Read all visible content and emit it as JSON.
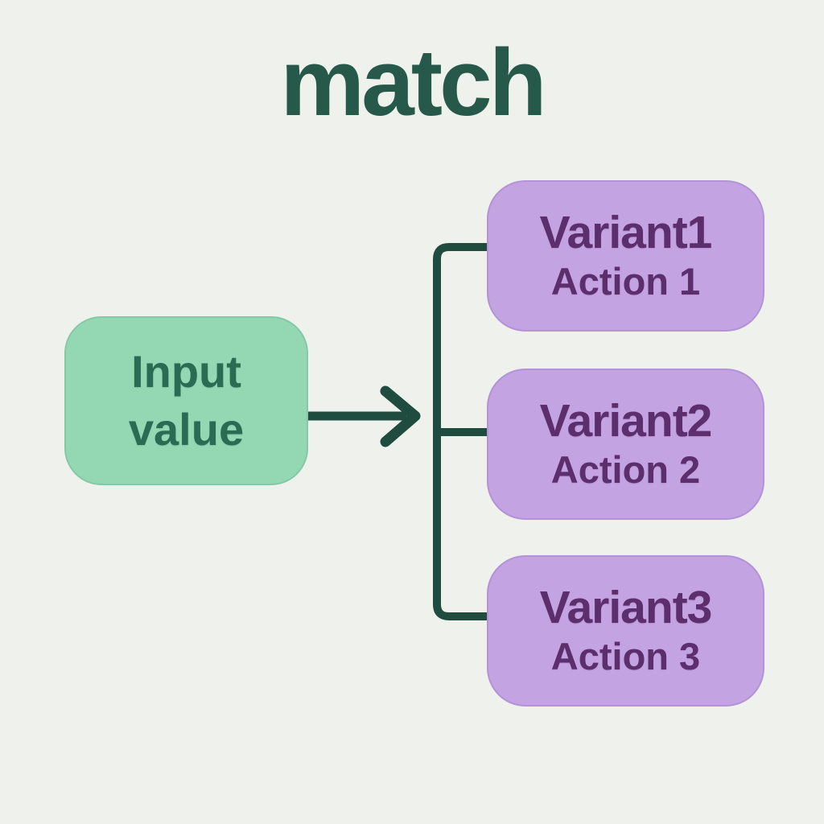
{
  "title": "match",
  "input_node": {
    "label": "Input\nvalue"
  },
  "branches": [
    {
      "variant": "Variant1",
      "action": "Action 1"
    },
    {
      "variant": "Variant2",
      "action": "Action 2"
    },
    {
      "variant": "Variant3",
      "action": "Action 3"
    }
  ],
  "colors": {
    "background": "#eef1ec",
    "title_text": "#27594a",
    "connector": "#1f4c3e",
    "input_fill": "#93d7b3",
    "input_border": "#85c8a5",
    "input_text": "#2a6b54",
    "branch_fill": "#c3a3e2",
    "branch_border": "#b393d5",
    "branch_text": "#5c2e6e"
  }
}
